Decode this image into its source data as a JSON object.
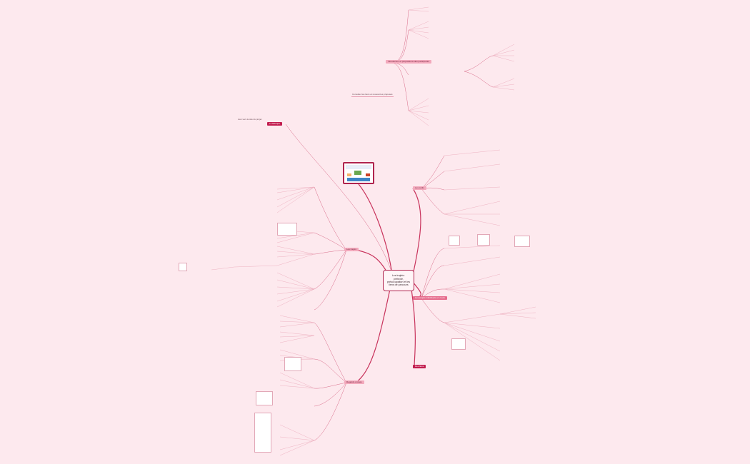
{
  "central": {
    "line1": "Les trajets :",
    "line2": "prétexte,",
    "line3": "préoccupation et les",
    "line4": "liens de parcours"
  },
  "branches": {
    "b_top_left": "La fabrique",
    "b_left_1": "Les trajets",
    "b_left_2": "Regards croisés",
    "b_right_1": "Les outils",
    "b_right_2": "Les projets individuels en cours",
    "b_right_3": "Des liens",
    "b_top": "Introduction et propositions des participants",
    "b_topright_note": "Consulter les liens et ressources proposés"
  },
  "top_note": "Lien vers le site du projet"
}
